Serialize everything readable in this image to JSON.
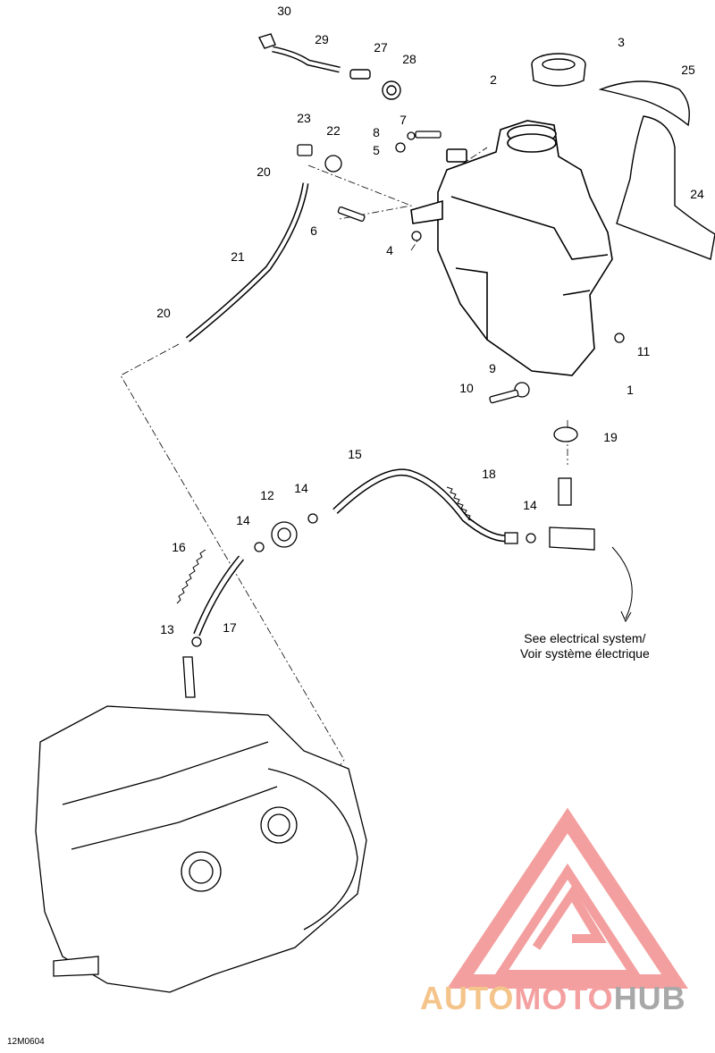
{
  "part_labels": [
    {
      "id": "30",
      "text": "30"
    },
    {
      "id": "29",
      "text": "29"
    },
    {
      "id": "27",
      "text": "27"
    },
    {
      "id": "28",
      "text": "28"
    },
    {
      "id": "3",
      "text": "3"
    },
    {
      "id": "2",
      "text": "2"
    },
    {
      "id": "25",
      "text": "25"
    },
    {
      "id": "23",
      "text": "23"
    },
    {
      "id": "22",
      "text": "22"
    },
    {
      "id": "7",
      "text": "7"
    },
    {
      "id": "8",
      "text": "8"
    },
    {
      "id": "5",
      "text": "5"
    },
    {
      "id": "20a",
      "text": "20"
    },
    {
      "id": "24",
      "text": "24"
    },
    {
      "id": "6",
      "text": "6"
    },
    {
      "id": "21",
      "text": "21"
    },
    {
      "id": "4",
      "text": "4"
    },
    {
      "id": "20b",
      "text": "20"
    },
    {
      "id": "11",
      "text": "11"
    },
    {
      "id": "9",
      "text": "9"
    },
    {
      "id": "10",
      "text": "10"
    },
    {
      "id": "1",
      "text": "1"
    },
    {
      "id": "19",
      "text": "19"
    },
    {
      "id": "15",
      "text": "15"
    },
    {
      "id": "18",
      "text": "18"
    },
    {
      "id": "12",
      "text": "12"
    },
    {
      "id": "14a",
      "text": "14"
    },
    {
      "id": "14b",
      "text": "14"
    },
    {
      "id": "14c",
      "text": "14"
    },
    {
      "id": "16",
      "text": "16"
    },
    {
      "id": "13",
      "text": "13"
    },
    {
      "id": "17",
      "text": "17"
    }
  ],
  "note": {
    "line1": "See electrical system/",
    "line2": "Voir système électrique"
  },
  "figure_code": "12M0604",
  "watermark": {
    "part1": "AUTO",
    "part2": "MOTO",
    "part3": "HUB"
  },
  "colors": {
    "line": "#000000",
    "logo_red": "#f08080",
    "logo_orange": "#f5c48a",
    "logo_gray": "#a8a8a8"
  }
}
